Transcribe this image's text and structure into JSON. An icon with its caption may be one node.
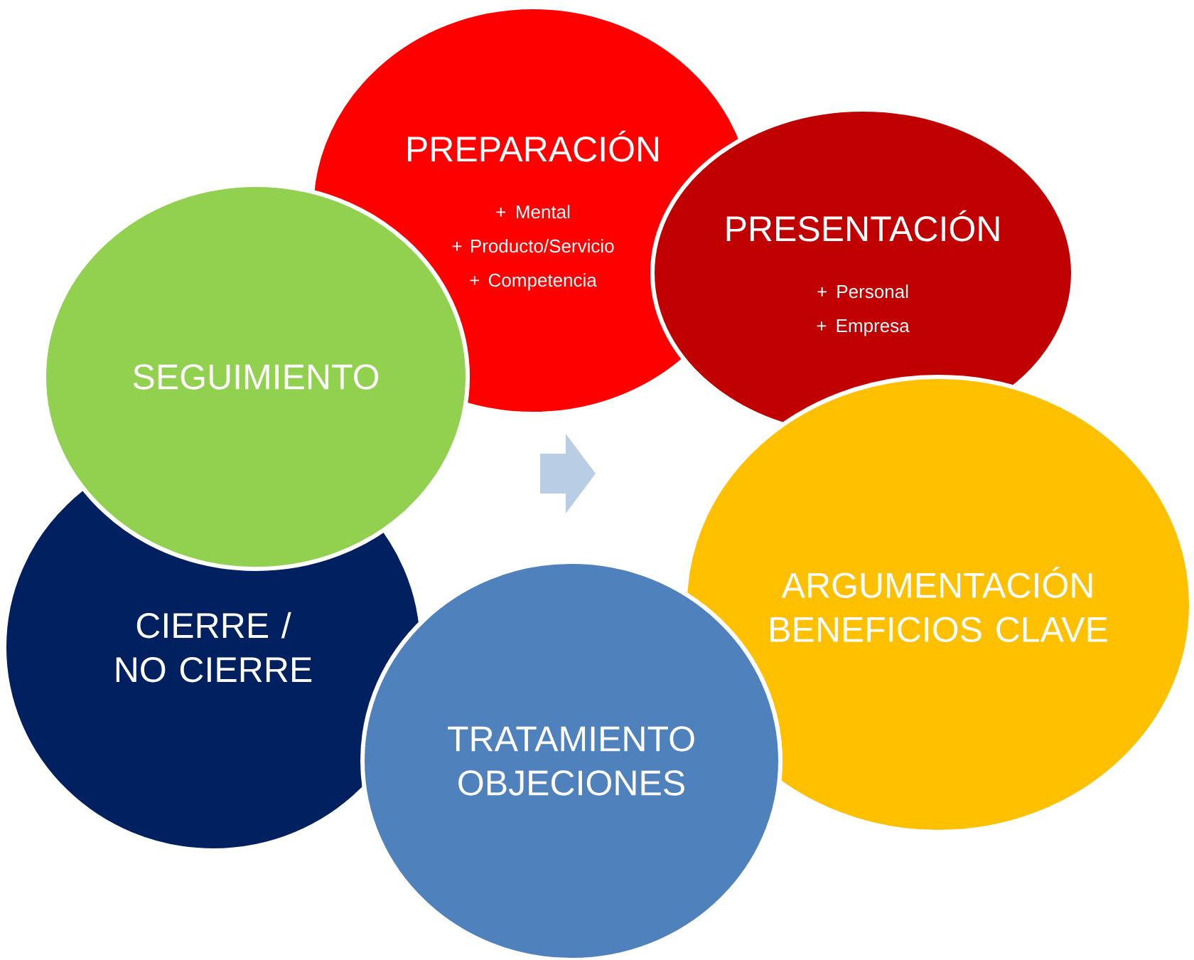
{
  "diagram": {
    "nodes": [
      {
        "text": [
          "PREPARACIÓN",
          "+ Mental",
          "+ Producto/Servicio",
          "+ Competencia"
        ]
      },
      {
        "text": [
          "PRESENTACIÓN",
          "+ Personal",
          "+ Empresa"
        ]
      },
      {
        "text": [
          "ARGUMENTACIÓN BENEFICIOS CLAVE"
        ]
      },
      {
        "text": [
          "TRATAMIENTO OBJECIONES"
        ]
      },
      {
        "text": [
          "CIERRE / NO CIERRE"
        ]
      },
      {
        "text": [
          "SEGUIMIENTO"
        ]
      }
    ]
  }
}
